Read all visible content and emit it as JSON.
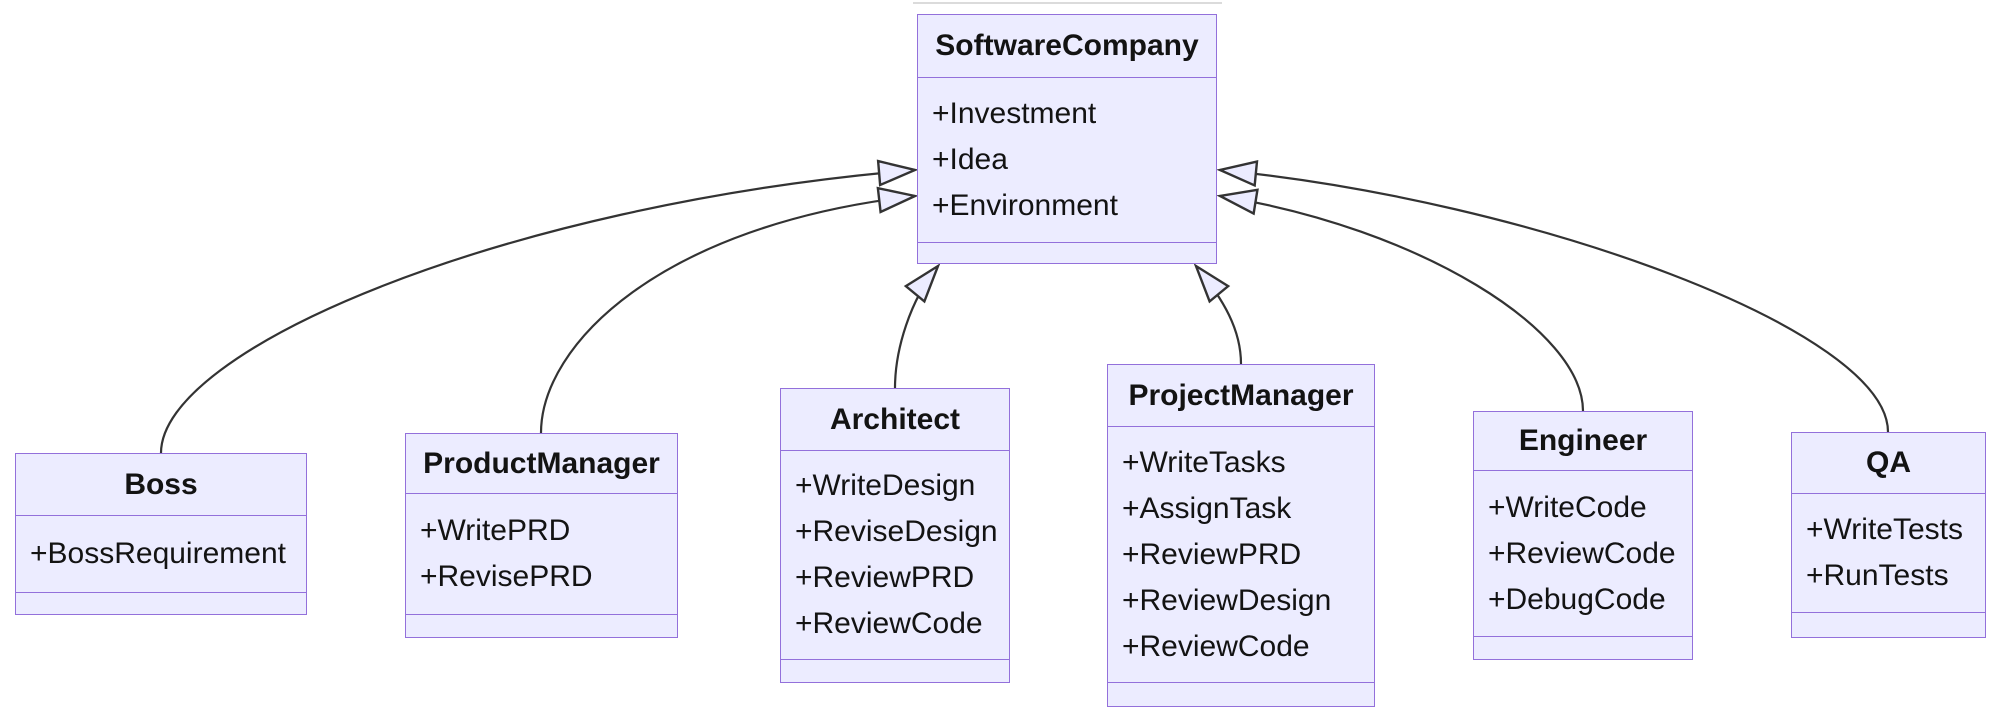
{
  "diagram": {
    "type": "uml-class-diagram",
    "colors": {
      "node_fill": "#ECECFF",
      "node_border": "#9370DB",
      "edge": "#333333",
      "text": "#131313",
      "background": "#ffffff"
    },
    "classes": [
      {
        "id": "softwarecompany",
        "name": "SoftwareCompany",
        "attributes": [
          "+Investment",
          "+Idea",
          "+Environment"
        ]
      },
      {
        "id": "boss",
        "name": "Boss",
        "attributes": [
          "+BossRequirement"
        ]
      },
      {
        "id": "productmanager",
        "name": "ProductManager",
        "attributes": [
          "+WritePRD",
          "+RevisePRD"
        ]
      },
      {
        "id": "architect",
        "name": "Architect",
        "attributes": [
          "+WriteDesign",
          "+ReviseDesign",
          "+ReviewPRD",
          "+ReviewCode"
        ]
      },
      {
        "id": "projectmanager",
        "name": "ProjectManager",
        "attributes": [
          "+WriteTasks",
          "+AssignTask",
          "+ReviewPRD",
          "+ReviewDesign",
          "+ReviewCode"
        ]
      },
      {
        "id": "engineer",
        "name": "Engineer",
        "attributes": [
          "+WriteCode",
          "+ReviewCode",
          "+DebugCode"
        ]
      },
      {
        "id": "qa",
        "name": "QA",
        "attributes": [
          "+WriteTests",
          "+RunTests"
        ]
      }
    ],
    "edges": [
      {
        "from": "Boss",
        "to": "SoftwareCompany",
        "type": "inheritance"
      },
      {
        "from": "ProductManager",
        "to": "SoftwareCompany",
        "type": "inheritance"
      },
      {
        "from": "Architect",
        "to": "SoftwareCompany",
        "type": "inheritance"
      },
      {
        "from": "ProjectManager",
        "to": "SoftwareCompany",
        "type": "inheritance"
      },
      {
        "from": "Engineer",
        "to": "SoftwareCompany",
        "type": "inheritance"
      },
      {
        "from": "QA",
        "to": "SoftwareCompany",
        "type": "inheritance"
      }
    ]
  }
}
